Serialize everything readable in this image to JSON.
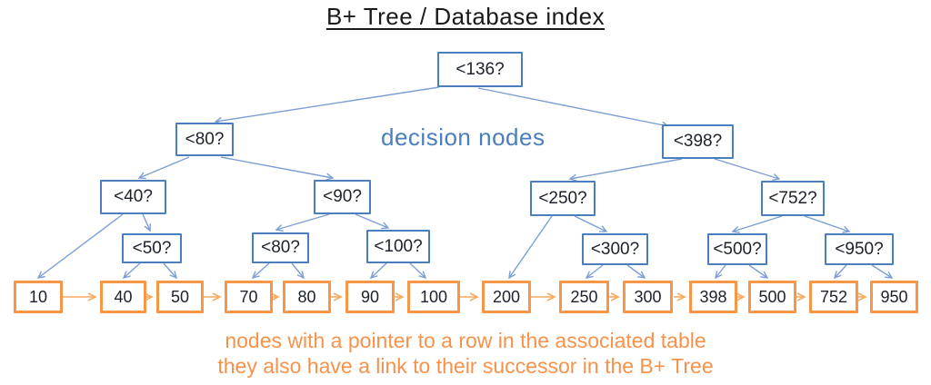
{
  "title": "B+ Tree / Database index",
  "annotations": {
    "decision_nodes_label": "decision nodes",
    "caption_line1": "nodes with a pointer to a row in the associated table",
    "caption_line2": "they also have a link to their successor in the B+ Tree"
  },
  "colors": {
    "decision_node_border": "#4a7ebc",
    "decision_edge": "#7b9fd4",
    "decision_label_text": "#4a7ebc",
    "leaf_node_border": "#f79646",
    "leaf_edge": "#faa95e",
    "caption_text": "#f7924a",
    "title_text": "#1a1a1a",
    "node_text": "#1c212c"
  },
  "tree": {
    "decision_nodes": [
      {
        "label": "<136?"
      },
      {
        "label": "<80?"
      },
      {
        "label": "<398?"
      },
      {
        "label": "<40?"
      },
      {
        "label": "<90?"
      },
      {
        "label": "<250?"
      },
      {
        "label": "<752?"
      },
      {
        "label": "<50?"
      },
      {
        "label": "<80?"
      },
      {
        "label": "<100?"
      },
      {
        "label": "<300?"
      },
      {
        "label": "<500?"
      },
      {
        "label": "<950?"
      }
    ],
    "leaf_nodes": [
      {
        "label": "10"
      },
      {
        "label": "40"
      },
      {
        "label": "50"
      },
      {
        "label": "70"
      },
      {
        "label": "80"
      },
      {
        "label": "90"
      },
      {
        "label": "100"
      },
      {
        "label": "200"
      },
      {
        "label": "250"
      },
      {
        "label": "300"
      },
      {
        "label": "398"
      },
      {
        "label": "500"
      },
      {
        "label": "752"
      },
      {
        "label": "950"
      }
    ]
  }
}
